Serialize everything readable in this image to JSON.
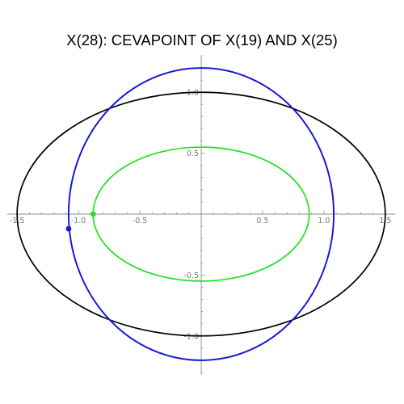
{
  "chart_data": {
    "type": "line",
    "title": "X(28): CEVAPOINT OF X(19) AND X(25)",
    "xlim": [
      -1.58,
      1.58
    ],
    "ylim": [
      -1.32,
      1.3
    ],
    "grid": false,
    "x_ticks": [
      -1.5,
      -1.0,
      -0.5,
      0.5,
      1.0,
      1.5
    ],
    "x_tick_labels": [
      "-1.5",
      "-1.0",
      "-0.5",
      "0.5",
      "1.0",
      "1.5"
    ],
    "y_ticks": [
      1.0,
      0.5,
      -0.5,
      -1.0
    ],
    "y_tick_labels": [
      "1.0",
      "0.5",
      "-0.5",
      "-1.0"
    ],
    "series": [
      {
        "kind": "ellipse",
        "center": [
          0,
          0
        ],
        "rx": 1.5,
        "ry": 1.0,
        "color": "#000000"
      },
      {
        "kind": "ellipse",
        "center": [
          0,
          0
        ],
        "rx": 1.08,
        "ry": 1.2,
        "color": "#1a1ad6"
      },
      {
        "kind": "ellipse",
        "center": [
          0,
          0
        ],
        "rx": 0.88,
        "ry": 0.55,
        "color": "#22e022"
      }
    ],
    "points": [
      {
        "x": -0.88,
        "y": 0.0,
        "color": "#22e022"
      },
      {
        "x": -1.08,
        "y": -0.12,
        "color": "#1a1ad6"
      }
    ]
  }
}
